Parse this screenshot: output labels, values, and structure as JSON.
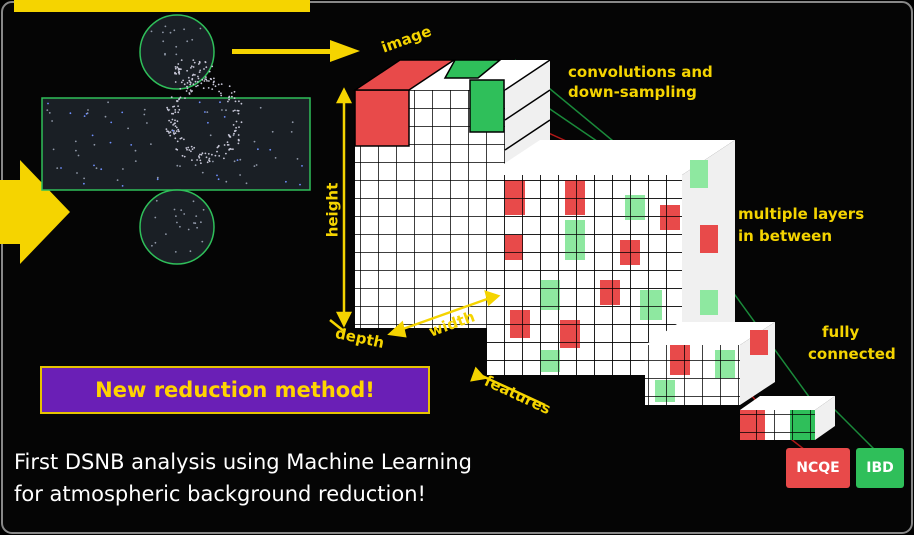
{
  "labels": {
    "image": "image",
    "height": "height",
    "depth": "depth",
    "width": "width",
    "features": "features",
    "convolutions_line1": "convolutions and",
    "convolutions_line2": "down-sampling",
    "layers_line1": "multiple layers",
    "layers_line2": "in between",
    "fully_line1": "fully",
    "fully_line2": "connected"
  },
  "banner": {
    "text": "New reduction method!"
  },
  "caption": {
    "line1": "First DSNB analysis using Machine Learning",
    "line2": "for atmospheric background reduction!"
  },
  "outputs": {
    "left": "NCQE",
    "right": "IBD"
  },
  "colors": {
    "accent": "#f5d400",
    "banner_bg": "#6a1fb6",
    "cube_red": "#e84a4a",
    "cube_green": "#2fbf5a",
    "cube_lightgreen": "#8ee8a0",
    "line_red": "#b01818",
    "line_green": "#1a8a3a",
    "detector_outline": "#2fbf5a"
  }
}
